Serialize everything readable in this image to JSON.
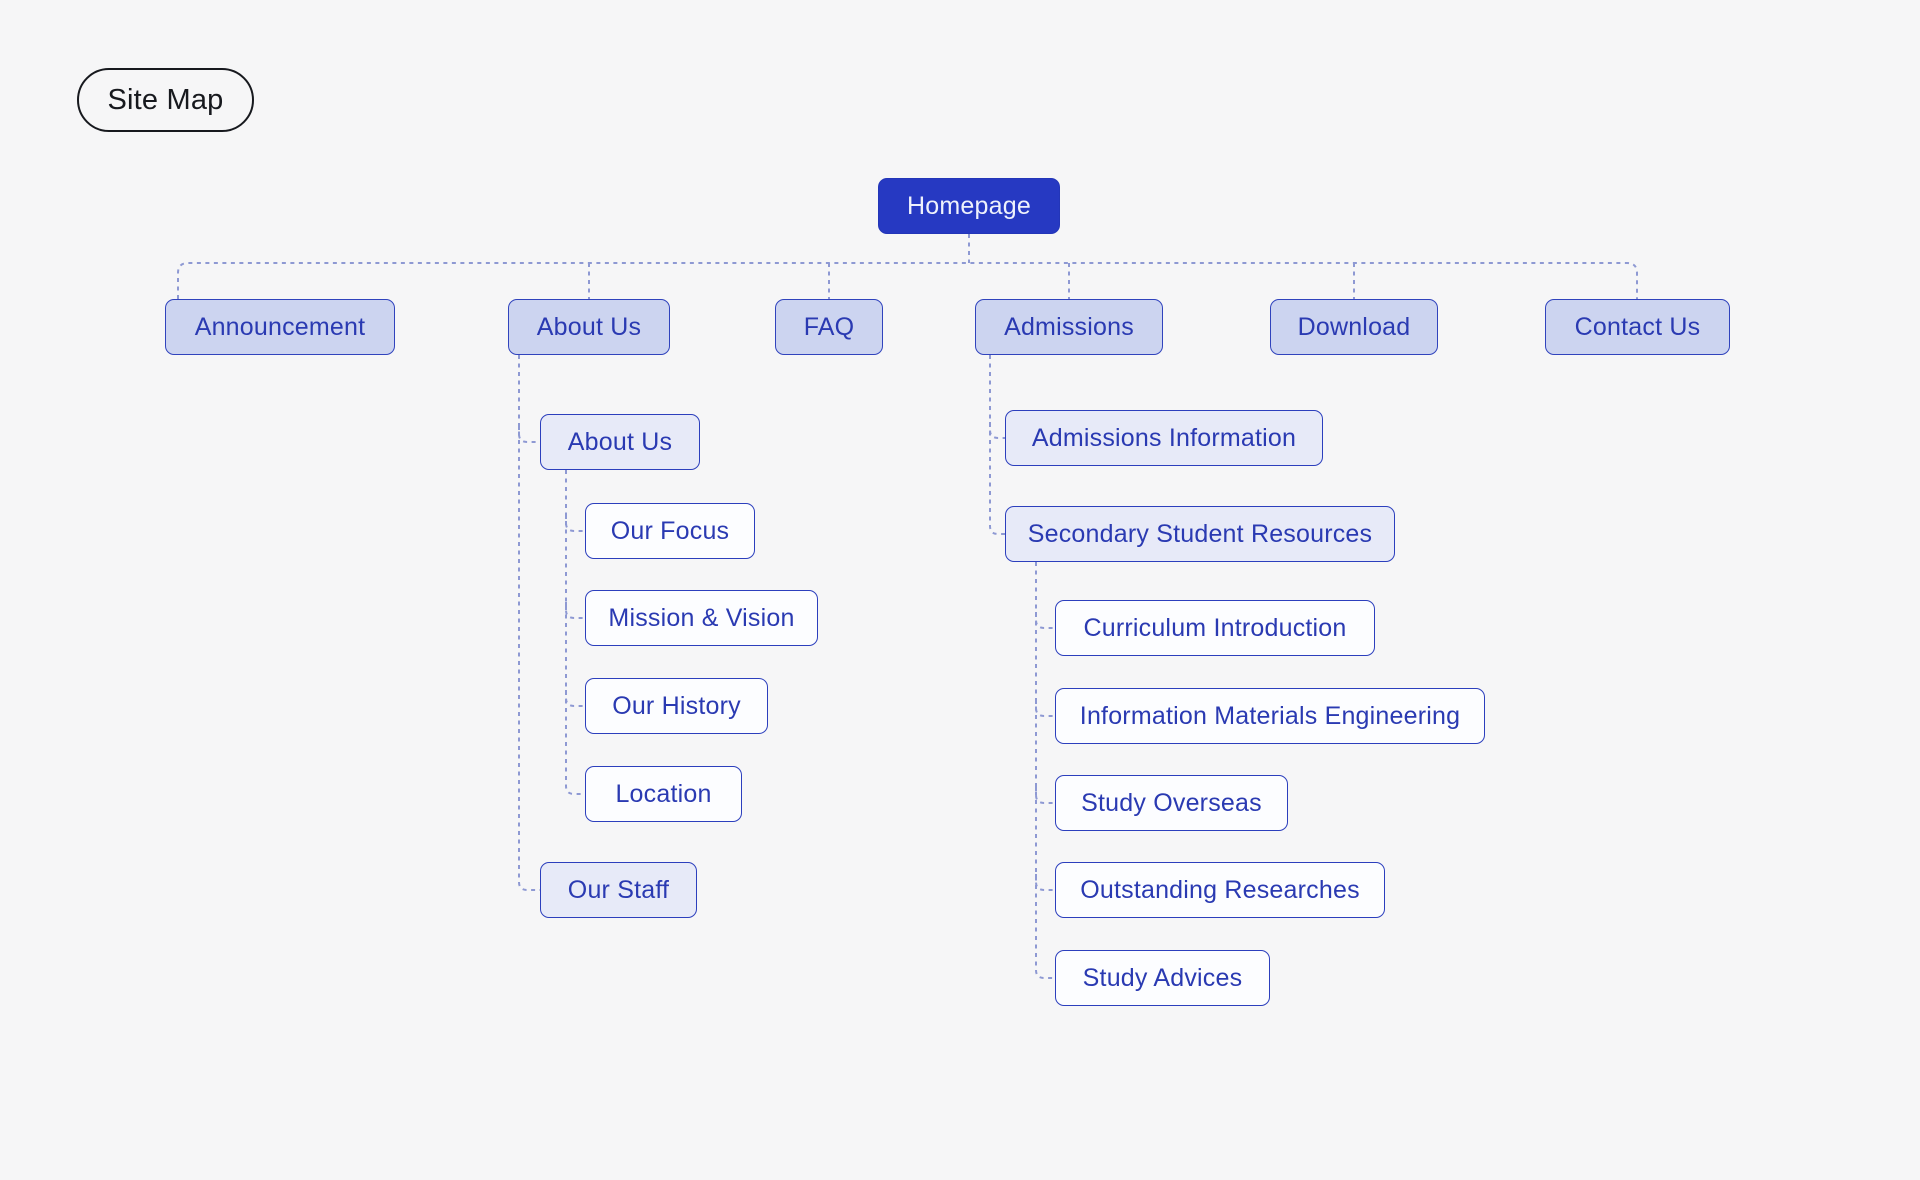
{
  "badge": {
    "label": "Site Map"
  },
  "tree": {
    "root": {
      "label": "Homepage"
    },
    "level1": [
      {
        "label": "Announcement"
      },
      {
        "label": "About Us"
      },
      {
        "label": "FAQ"
      },
      {
        "label": "Admissions"
      },
      {
        "label": "Download"
      },
      {
        "label": "Contact Us"
      }
    ],
    "about_us": {
      "children": [
        {
          "label": "About Us",
          "children": [
            {
              "label": "Our Focus"
            },
            {
              "label": "Mission & Vision"
            },
            {
              "label": "Our History"
            },
            {
              "label": "Location"
            }
          ]
        },
        {
          "label": "Our Staff"
        }
      ]
    },
    "admissions": {
      "children": [
        {
          "label": "Admissions Information"
        },
        {
          "label": "Secondary Student Resources",
          "children": [
            {
              "label": "Curriculum Introduction"
            },
            {
              "label": "Information Materials Engineering"
            },
            {
              "label": "Study Overseas"
            },
            {
              "label": "Outstanding Researches"
            },
            {
              "label": "Study Advices"
            }
          ]
        }
      ]
    }
  },
  "colors": {
    "background": "#f6f6f7",
    "accent": "#2639c2",
    "level1_fill": "#ccd4f0",
    "level2_fill": "#e7eaf8",
    "level3_fill": "#fcfdff",
    "node_border": "#2c3fbd",
    "node_text": "#2a3ab2",
    "connector": "#8e99d3",
    "badge_border": "#17191e"
  }
}
